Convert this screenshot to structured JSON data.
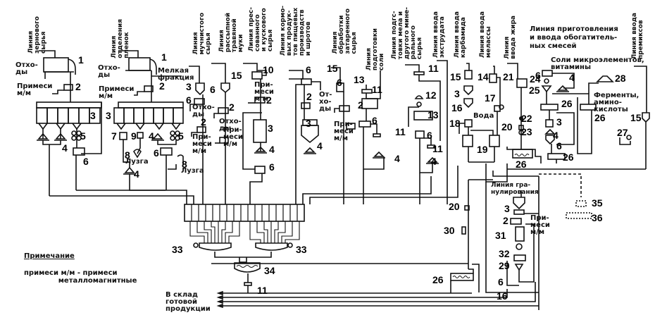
{
  "line_labels": {
    "grain": "Линия\nзернового\nсырья",
    "husk": "Линия\nотделения\nпленок",
    "flour": "Линия\nмучнистого\nсырья",
    "grass": "Линия\nрассыпной\nтравяной\nмуки",
    "pressed": "Линия прес-\nсованного\nи кускового\nсырья",
    "food_waste": "Линия кормо-\nвых продук-\nтов пищевых\nпроизводств\nи шротов",
    "packed": "Линия\nобработки\nзатаренного\nсырья",
    "salt": "Линия\nподготовки\nсоли",
    "chalk": "Линия подгс-\nтовки мела и\nдругого мине-\nрального\nсырья",
    "extrudate": "Линия ввода\nэкструдата",
    "carbamide": "Линия ввода\nкарбамида",
    "molasses": "Линия ввода\nмелассы",
    "fat": "Линия\nввода жира",
    "premix": "Линия ввода\nпремиксов",
    "enrich": "Линия приготовления\nи ввода обогатитель-\nных смесей",
    "granulation": "Линия гра-\nнулирования"
  },
  "annotations": {
    "waste": "Отхо-\nды",
    "waste2": "Отхо-\nды",
    "waste3": "Отхо-\nды",
    "waste4": "Отхо-\nды",
    "waste5": "От-\nхо-\nды",
    "fine_fraction": "Мелкая\nфракция",
    "impurities": "Примеси\nм/м",
    "impurities2": "Примеси\nм/м",
    "impurities3": "При-\nмеси\nм/м",
    "impurities4": "При-\nмеси\nм/м",
    "impurities5": "При-\nмеси\nм м",
    "impurities6": "При-\nмеси\nм/м",
    "impurities7": "При-\nмеси\nм/м",
    "chaff": "Лузга",
    "chaff2": "Лузга",
    "water": "Вода",
    "microelements": "Соли микроэлементов,\nвитамины",
    "enzymes": "Ферменты,\nамино-\nкислоты",
    "warehouse": "В склад\nготовой\nпродукции"
  },
  "note": {
    "title": "Примечание",
    "text": "примеси м/м - примеси\n              металломагнитные"
  },
  "equipment_numbers": [
    "1",
    "2",
    "3",
    "4",
    "5",
    "6",
    "7",
    "8",
    "9",
    "10",
    "11",
    "12",
    "13",
    "14",
    "15",
    "16",
    "17",
    "18",
    "19",
    "20",
    "21",
    "22",
    "23",
    "24",
    "25",
    "26",
    "27",
    "28",
    "29",
    "30",
    "31",
    "32",
    "33",
    "34",
    "35",
    "36"
  ]
}
